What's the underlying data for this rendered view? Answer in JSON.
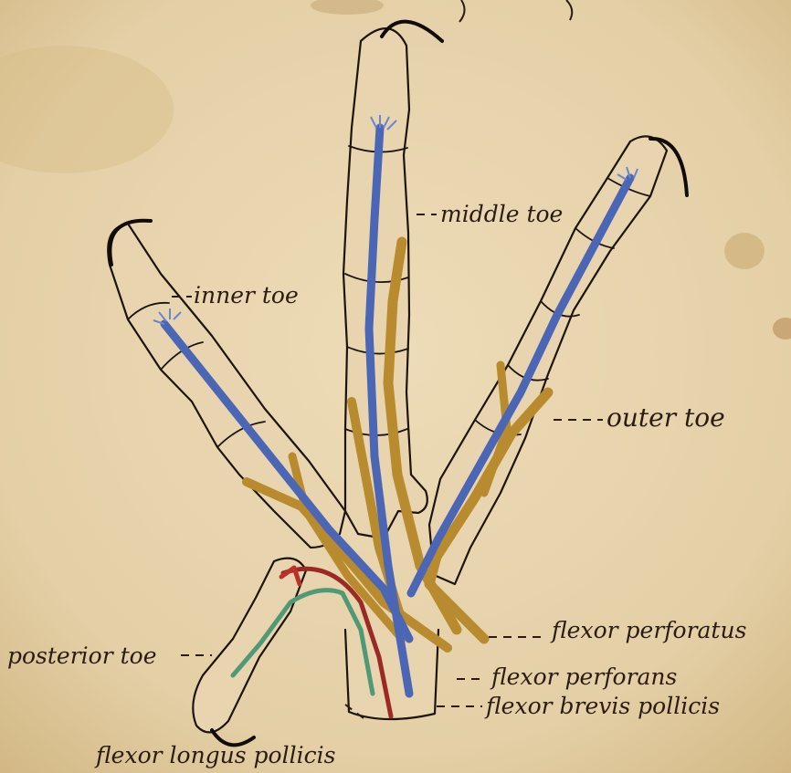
{
  "labels": {
    "middle_toe": "middle toe",
    "inner_toe": "inner toe",
    "outer_toe": "outer toe",
    "posterior_toe": "posterior toe",
    "flexor_perforatus": "flexor perforatus",
    "flexor_perforans": "flexor perforans",
    "flexor_brevis_pollicis": "flexor brevis pollicis",
    "flexor_longus_pollicis": "flexor longus pollicis"
  },
  "colors": {
    "paper": "#e6d3ad",
    "ink": "#2a1c12",
    "tendon_blue": "#4b66b4",
    "tendon_ochre": "#b88b2e",
    "tendon_red": "#9c2a24",
    "tendon_green": "#4f9a74"
  }
}
